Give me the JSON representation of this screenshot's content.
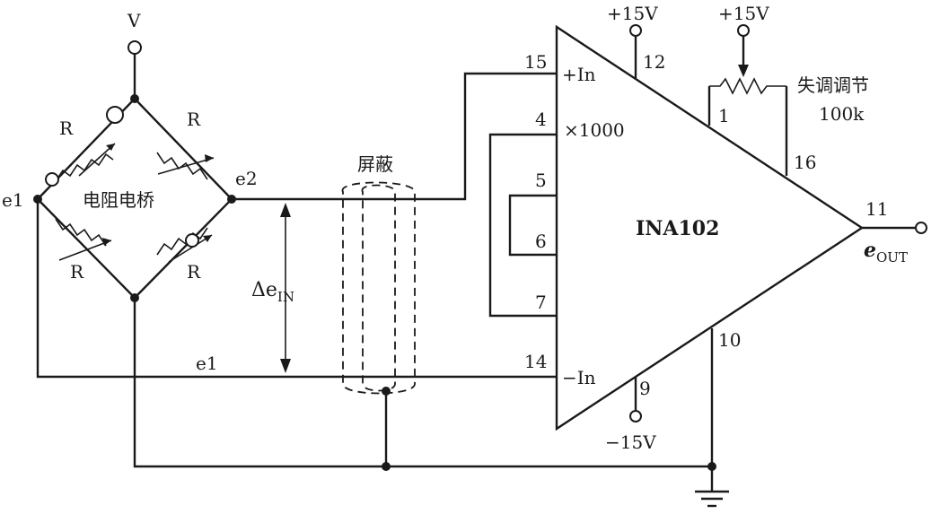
{
  "bridge": {
    "supply_label": "V",
    "title": "电阻电桥",
    "node_e1": "e1",
    "node_e2": "e2",
    "resistor_label": "R",
    "bottom_wire_label": "e1"
  },
  "shield": {
    "label": "屏蔽"
  },
  "diff_input": {
    "label_main": "Δe",
    "label_sub": "IN"
  },
  "amplifier": {
    "name": "INA102",
    "plus_in_label": "+In",
    "minus_in_label": "−In",
    "gain_label": "×1000",
    "pins": {
      "p15": "15",
      "p4": "4",
      "p5": "5",
      "p6": "6",
      "p7": "7",
      "p14": "14",
      "p12": "12",
      "p1": "1",
      "p16": "16",
      "p11": "11",
      "p10": "10",
      "p9": "9"
    }
  },
  "supplies": {
    "pos_supply_pin12": "+15V",
    "pos_supply_trim": "+15V",
    "neg_supply": "−15V"
  },
  "offset_trim": {
    "label": "失调调节",
    "value": "100k"
  },
  "output": {
    "label_main": "e",
    "label_sub": "OUT"
  }
}
